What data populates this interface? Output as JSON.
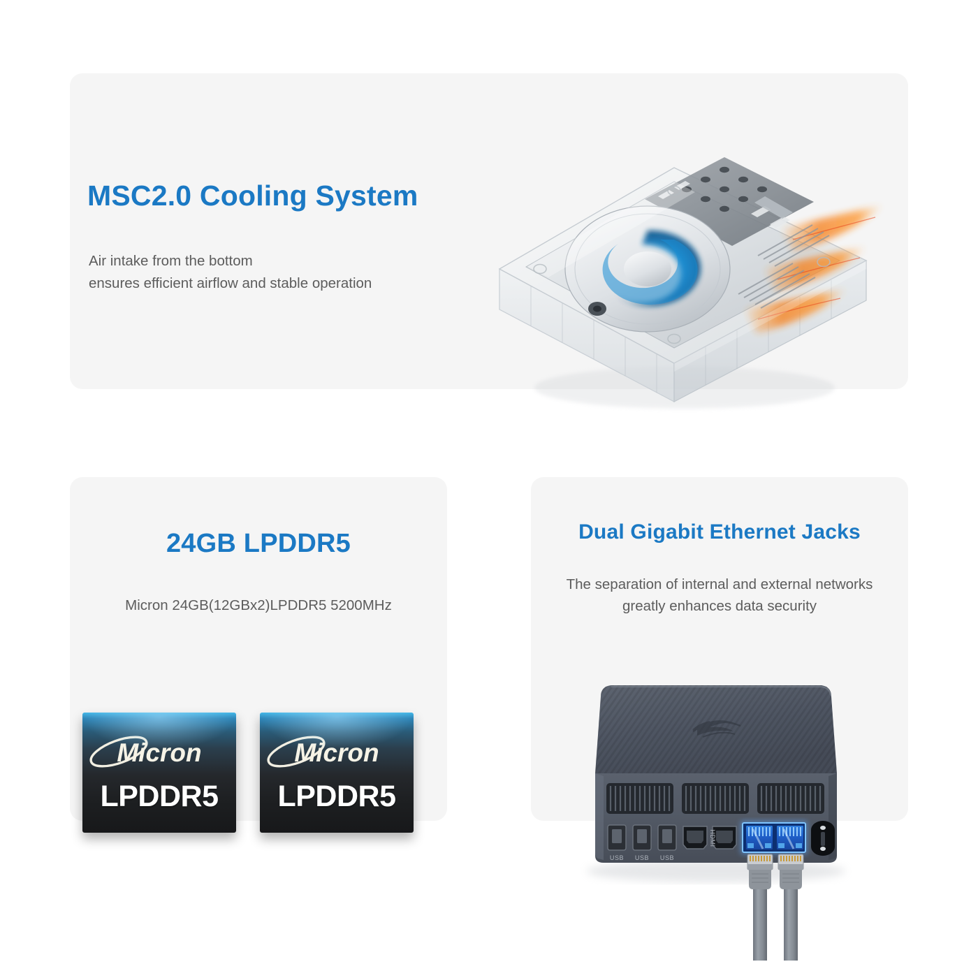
{
  "theme": {
    "accent_blue": "#1b79c4",
    "body_gray": "#5c5c5c",
    "card_bg": "#f5f5f5",
    "page_bg": "#ffffff",
    "chip_dark": "#1d1f21",
    "chip_blue": "#43b7e8",
    "heat_orange": "#f08020",
    "fan_blue": "#1e9ae0",
    "chassis_gray": "#565c68"
  },
  "sections": {
    "cooling": {
      "title": "MSC2.0 Cooling System",
      "description_line1": "Air intake from the bottom",
      "description_line2": "ensures efficient airflow and stable operation",
      "art": {
        "name": "transparent-mini-pc-cooling-cutaway",
        "fan_label": "blue-vortex-fan",
        "heat_label": "orange-exhaust-airflow"
      }
    },
    "memory": {
      "title": "24GB LPDDR5",
      "description": "Micron 24GB(12GBx2)LPDDR5 5200MHz",
      "chips": [
        {
          "brand": "Micron",
          "model": "LPDDR5"
        },
        {
          "brand": "Micron",
          "model": "LPDDR5"
        }
      ]
    },
    "ethernet": {
      "title": "Dual Gigabit Ethernet Jacks",
      "description_line1": "The separation of internal and external networks",
      "description_line2": "greatly enhances data security",
      "art": {
        "name": "mini-pc-rear-ports",
        "usb_labels": [
          "USB",
          "USB",
          "USB"
        ],
        "hdmi_label": "HDMI",
        "lan_count": 2,
        "cable_count": 2
      }
    }
  }
}
